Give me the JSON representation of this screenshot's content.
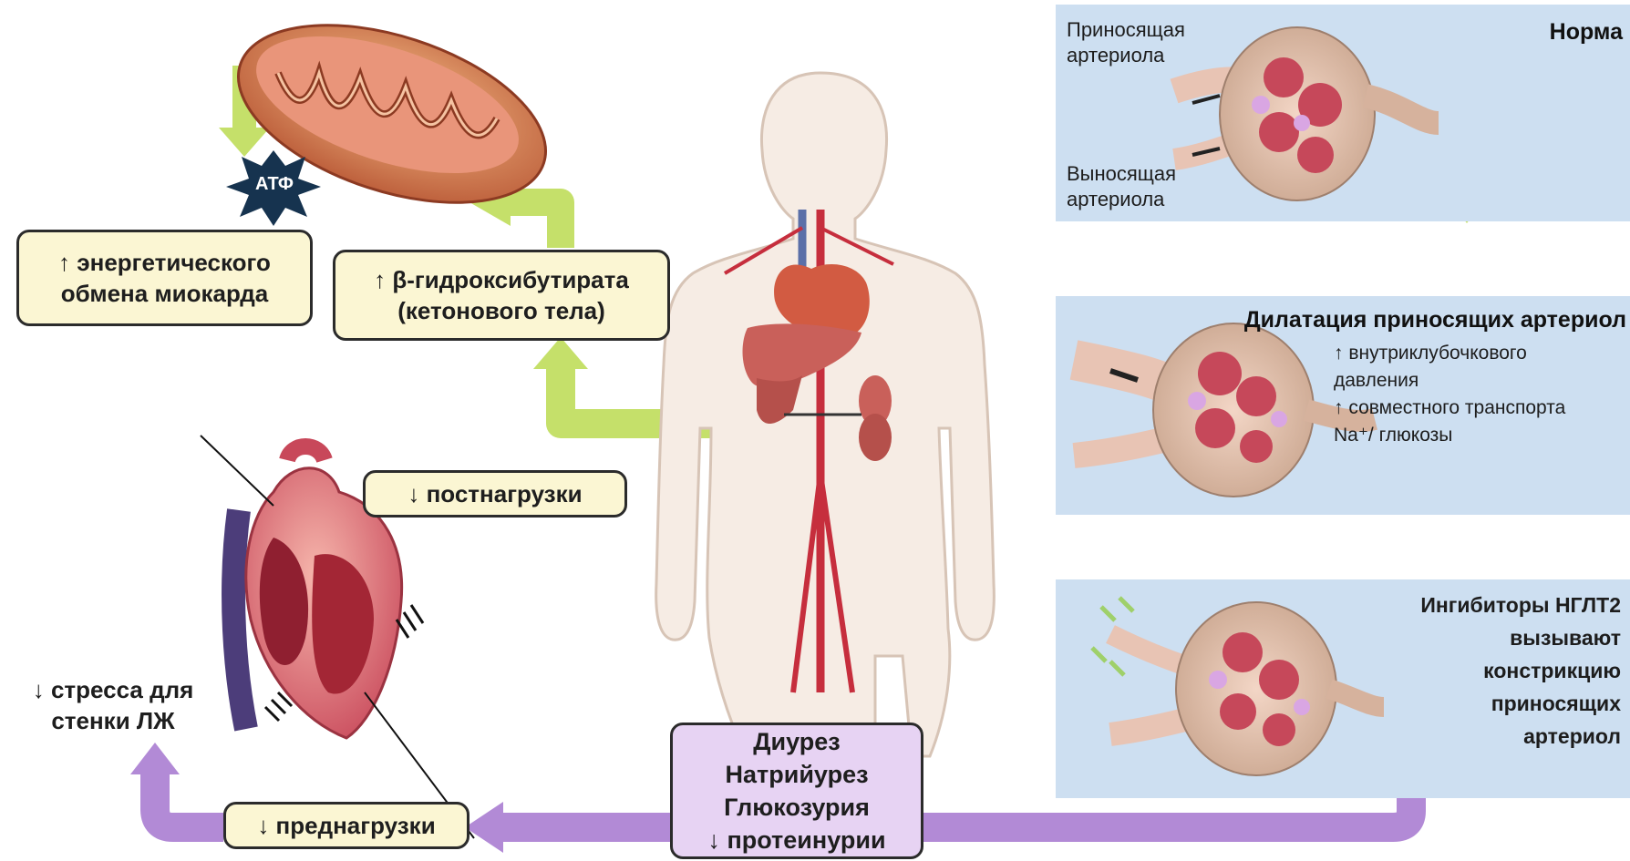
{
  "colors": {
    "green_arrow": "#c5e06a",
    "purple_arrow": "#b28ad6",
    "label_fill": "#fbf6d3",
    "purple_box_fill": "#e7d3f3",
    "panel_fill": "#cddff1",
    "atp_star": "#16334f"
  },
  "mito": {
    "atp_label": "АТФ"
  },
  "labels": {
    "energy": [
      "↑ энергетического",
      "обмена миокарда"
    ],
    "ketone": [
      "↑ β-гидроксибутирата",
      "(кетонового тела)"
    ],
    "afterload": "↓ постнагрузки",
    "wall_stress": [
      "↓ стресса для",
      "стенки ЛЖ"
    ],
    "preload": "↓ преднагрузки",
    "diuresis": [
      "Диурез",
      "Натрийурез",
      "Глюкозурия",
      "↓ протеинурии"
    ]
  },
  "panels": {
    "normal": {
      "title": "Норма",
      "afferent": [
        "Приносящая",
        "артериола"
      ],
      "efferent": [
        "Выносящая",
        "артериола"
      ]
    },
    "dilation": {
      "title": "Дилатация приносящих артериол",
      "lines": [
        "↑ внутриклубочкового",
        "давления",
        "↑ совместного транспорта",
        "Na⁺/ глюкозы"
      ]
    },
    "sglt2": {
      "lines": [
        "Ингибиторы НГЛТ2",
        "вызывают",
        "констрикцию",
        "приносящих",
        "артериол"
      ]
    }
  }
}
